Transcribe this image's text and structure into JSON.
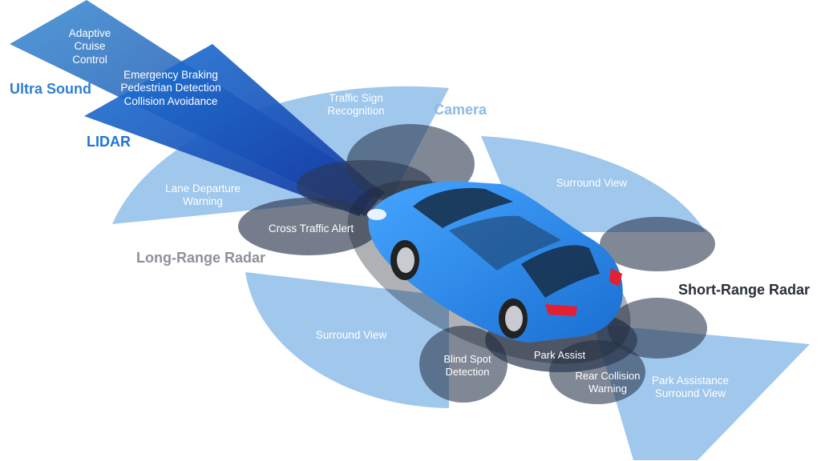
{
  "sensors": {
    "ultrasound": "Ultra Sound",
    "lidar": "LIDAR",
    "camera": "Camera",
    "long_range_radar": "Long-Range Radar",
    "short_range_radar": "Short-Range Radar"
  },
  "features": {
    "adaptive_cruise_control": "Adaptive\nCruise\nControl",
    "emergency_braking": "Emergency Braking\nPedestrian Detection\nCollision Avoidance",
    "traffic_sign_recognition": "Traffic Sign\nRecognition",
    "lane_departure_warning": "Lane Departure\nWarning",
    "cross_traffic_alert": "Cross Traffic Alert",
    "surround_view_front": "Surround View",
    "surround_view_rear": "Surround View",
    "blind_spot_detection": "Blind Spot\nDetection",
    "park_assist": "Park Assist",
    "rear_collision_warning": "Rear Collision\nWarning",
    "park_assistance_surround_view": "Park Assistance\nSurround View"
  },
  "colors": {
    "ultrasound_beam": "#3f8fd4",
    "lidar_beam": "#1f78d8",
    "camera_zone": "#8fbde9",
    "short_range_lobe": "#2b3850",
    "car_body": "#2b8ff0",
    "sensor_ultrasound": "#2f7fd0",
    "sensor_lidar": "#1e74d6",
    "sensor_camera": "#8cbbe6",
    "sensor_long_range": "#8e9198",
    "sensor_short_range": "#2a2f3a"
  }
}
